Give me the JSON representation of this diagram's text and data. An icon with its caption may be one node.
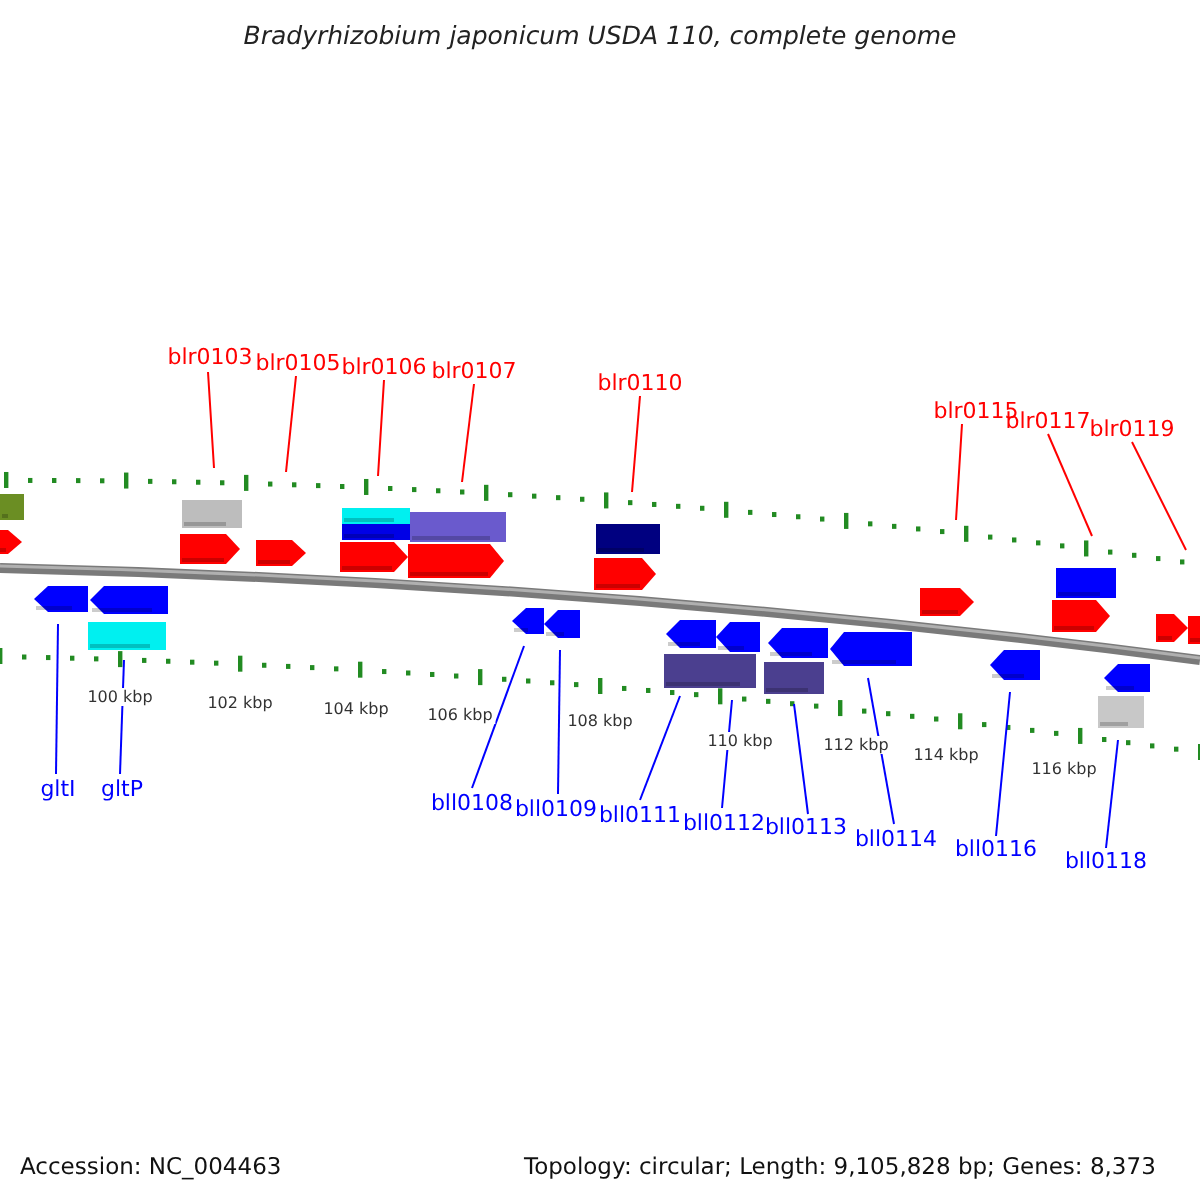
{
  "diagram": {
    "title": "Bradyrhizobium japonicum USDA 110, complete genome",
    "nodes": [
      {
        "text": [
          "blr0103"
        ]
      },
      {
        "text": [
          "blr0105"
        ]
      },
      {
        "text": [
          "blr0106"
        ]
      },
      {
        "text": [
          "blr0107"
        ]
      },
      {
        "text": [
          "blr0110"
        ]
      },
      {
        "text": [
          "blr0115"
        ]
      },
      {
        "text": [
          "blr0117"
        ]
      },
      {
        "text": [
          "blr0119"
        ]
      },
      {
        "text": [
          "gltI"
        ]
      },
      {
        "text": [
          "gltP"
        ]
      },
      {
        "text": [
          "bll0108"
        ]
      },
      {
        "text": [
          "bll0109"
        ]
      },
      {
        "text": [
          "bll0111"
        ]
      },
      {
        "text": [
          "bll0112"
        ]
      },
      {
        "text": [
          "bll0113"
        ]
      },
      {
        "text": [
          "bll0114"
        ]
      },
      {
        "text": [
          "bll0116"
        ]
      },
      {
        "text": [
          "bll0118"
        ]
      }
    ],
    "edges": [
      {
        "from": 0,
        "to": null,
        "arrow": "none",
        "color": "#ff0000"
      },
      {
        "from": 1,
        "to": null,
        "arrow": "none",
        "color": "#ff0000"
      },
      {
        "from": 2,
        "to": null,
        "arrow": "none",
        "color": "#ff0000"
      },
      {
        "from": 3,
        "to": null,
        "arrow": "none",
        "color": "#ff0000"
      },
      {
        "from": 4,
        "to": null,
        "arrow": "none",
        "color": "#ff0000"
      },
      {
        "from": 5,
        "to": null,
        "arrow": "none",
        "color": "#ff0000"
      },
      {
        "from": 6,
        "to": null,
        "arrow": "none",
        "color": "#ff0000"
      },
      {
        "from": 7,
        "to": null,
        "arrow": "none",
        "color": "#ff0000"
      },
      {
        "from": 8,
        "to": null,
        "arrow": "none"
      },
      {
        "from": 9,
        "to": null,
        "arrow": "none"
      },
      {
        "from": 10,
        "to": null,
        "arrow": "none"
      },
      {
        "from": 11,
        "to": null,
        "arrow": "none"
      },
      {
        "from": 12,
        "to": null,
        "arrow": "none"
      },
      {
        "from": 13,
        "to": null,
        "arrow": "none"
      },
      {
        "from": 14,
        "to": null,
        "arrow": "none"
      },
      {
        "from": 15,
        "to": null,
        "arrow": "none"
      },
      {
        "from": 16,
        "to": null,
        "arrow": "none"
      },
      {
        "from": 17,
        "to": null,
        "arrow": "none"
      }
    ],
    "labels": [
      "100 kbp",
      "102 kbp",
      "104 kbp",
      "106 kbp",
      "108 kbp",
      "110 kbp",
      "112 kbp",
      "114 kbp",
      "116 kbp",
      "Accession: NC_004463",
      "Topology: circular; Length: 9,105,828 bp; Genes: 8,373"
    ]
  }
}
